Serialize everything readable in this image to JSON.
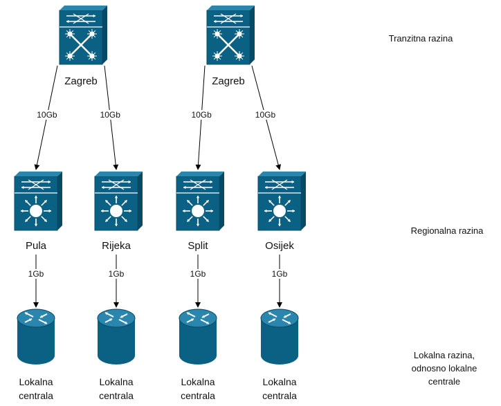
{
  "levels": [
    {
      "id": "transit",
      "lines": [
        "Tranzitna razina"
      ]
    },
    {
      "id": "regional",
      "lines": [
        "Regionalna razina"
      ]
    },
    {
      "id": "local",
      "lines": [
        "Lokalna razina,",
        "odnosno lokalne",
        "centrale"
      ]
    }
  ],
  "transit_nodes": [
    {
      "id": "zg1",
      "label": "Zagreb",
      "icon": "core-switch-icon"
    },
    {
      "id": "zg2",
      "label": "Zagreb",
      "icon": "core-switch-icon"
    }
  ],
  "regional_nodes": [
    {
      "id": "pula",
      "label": "Pula",
      "icon": "layer3-switch-icon"
    },
    {
      "id": "rijeka",
      "label": "Rijeka",
      "icon": "layer3-switch-icon"
    },
    {
      "id": "split",
      "label": "Split",
      "icon": "layer3-switch-icon"
    },
    {
      "id": "osijek",
      "label": "Osijek",
      "icon": "layer3-switch-icon"
    }
  ],
  "local_nodes": [
    {
      "id": "loc1",
      "lines": [
        "Lokalna",
        "centrala"
      ],
      "icon": "router-icon"
    },
    {
      "id": "loc2",
      "lines": [
        "Lokalna",
        "centrala"
      ],
      "icon": "router-icon"
    },
    {
      "id": "loc3",
      "lines": [
        "Lokalna",
        "centrala"
      ],
      "icon": "router-icon"
    },
    {
      "id": "loc4",
      "lines": [
        "Lokalna",
        "centrala"
      ],
      "icon": "router-icon"
    }
  ],
  "edges": [
    {
      "from": "zg1",
      "to": "pula",
      "label": "10Gb"
    },
    {
      "from": "zg1",
      "to": "rijeka",
      "label": "10Gb"
    },
    {
      "from": "zg2",
      "to": "split",
      "label": "10Gb"
    },
    {
      "from": "zg2",
      "to": "osijek",
      "label": "10Gb"
    },
    {
      "from": "pula",
      "to": "loc1",
      "label": "1Gb"
    },
    {
      "from": "rijeka",
      "to": "loc2",
      "label": "1Gb"
    },
    {
      "from": "split",
      "to": "loc3",
      "label": "1Gb"
    },
    {
      "from": "osijek",
      "to": "loc4",
      "label": "1Gb"
    }
  ],
  "colors": {
    "device": "#0b6184",
    "device_dark": "#074a66",
    "device_light": "#2a86ad",
    "glyph": "#ffffff",
    "line": "#000000"
  }
}
